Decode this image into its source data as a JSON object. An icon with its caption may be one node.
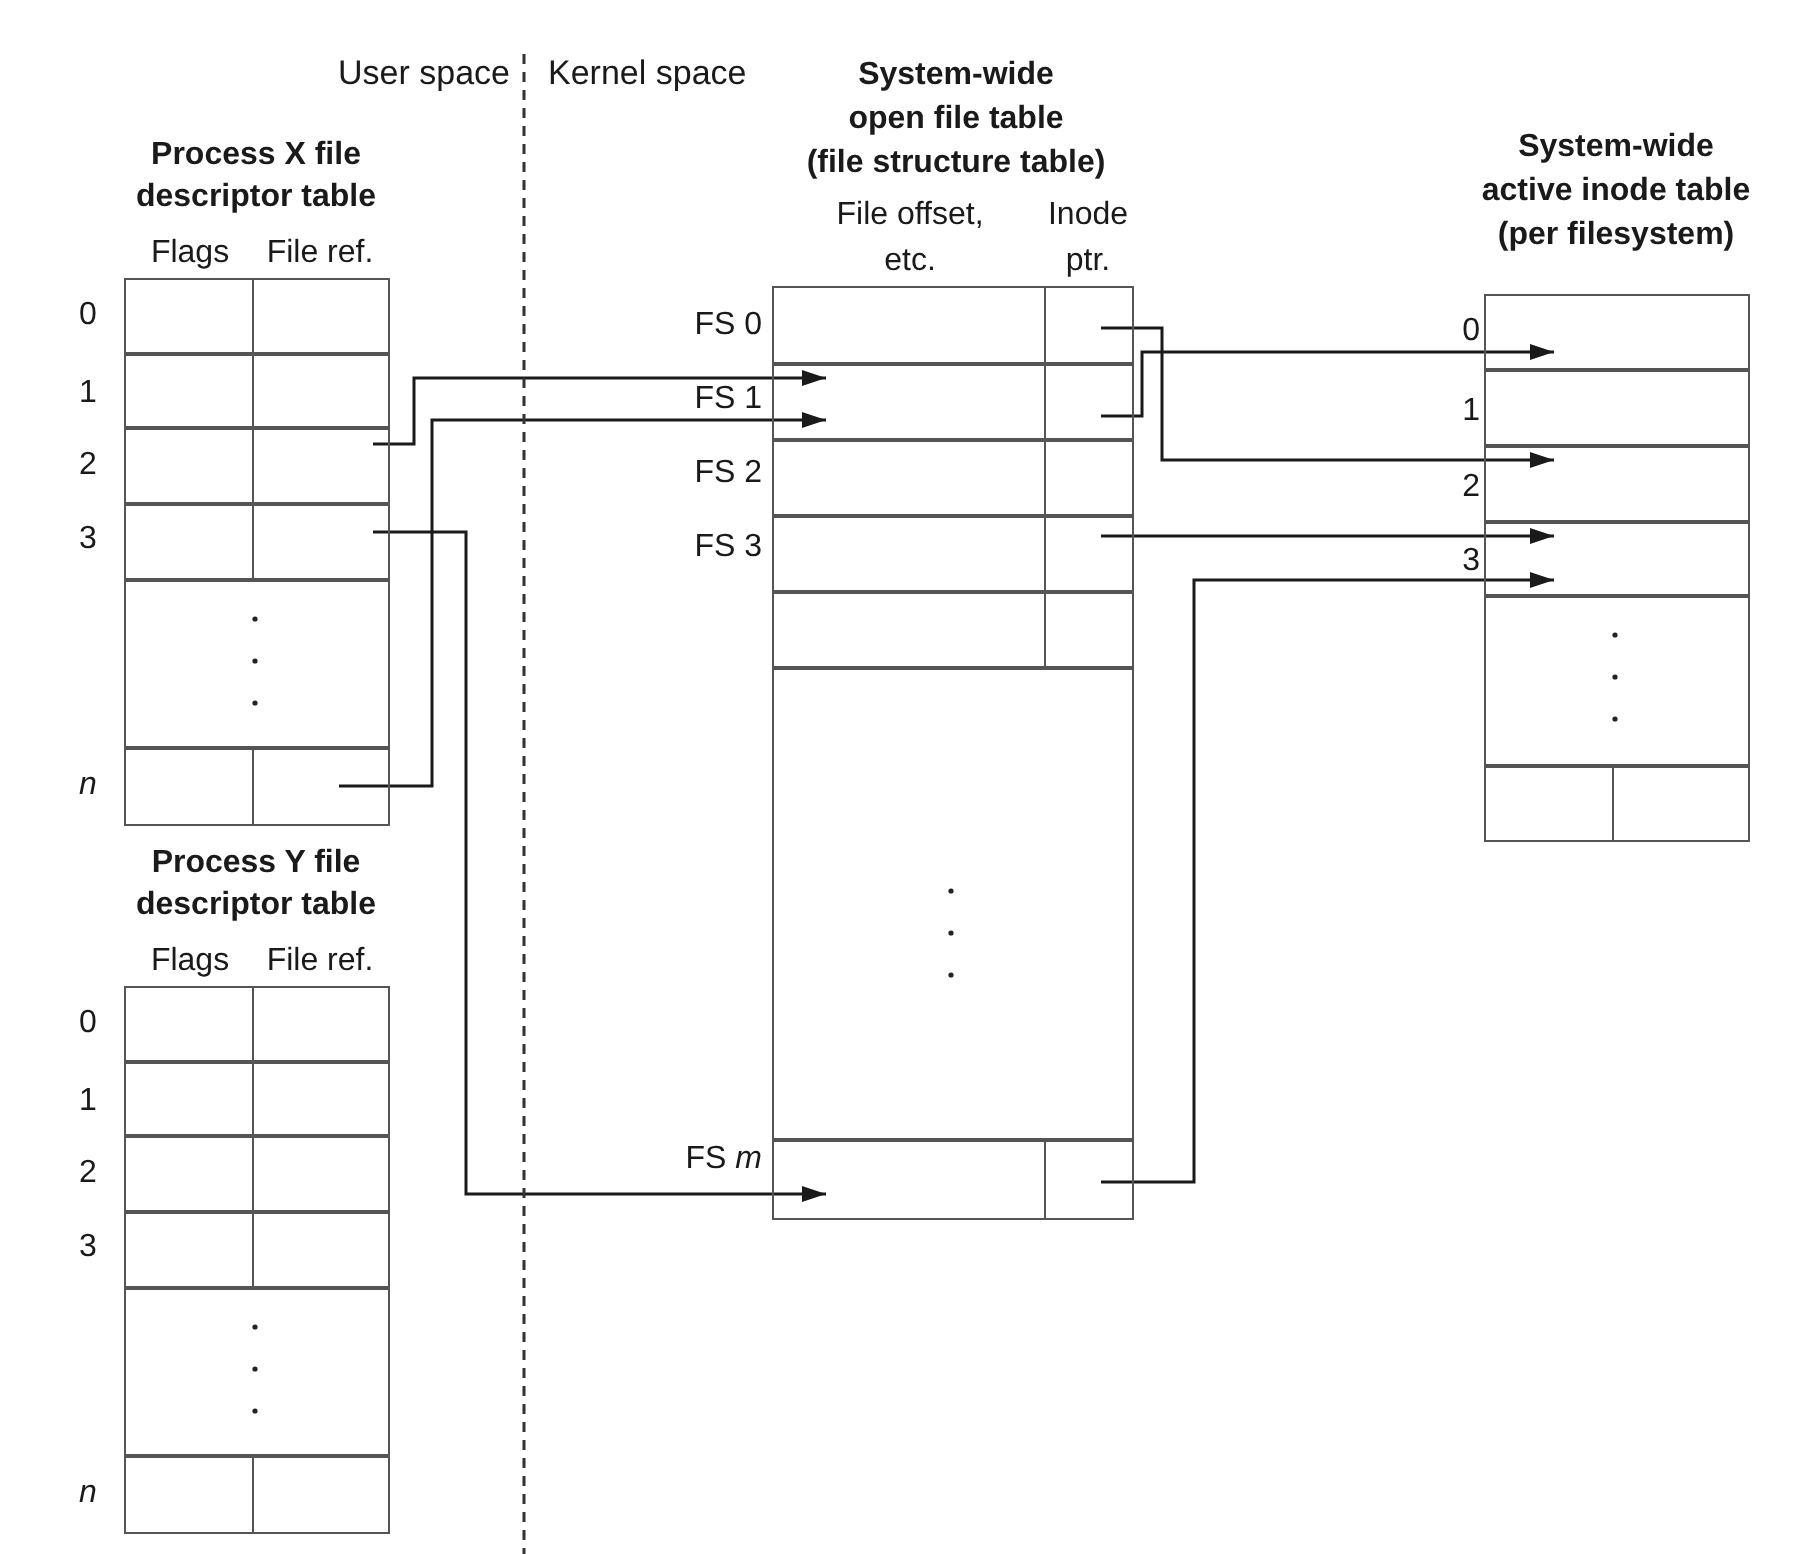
{
  "diagram": {
    "nodes": [
      {
        "text": [
          "Process X file descriptor table",
          "Flags",
          "File ref."
        ]
      },
      {
        "text": [],
        "shape": "box",
        "in": 0,
        "beside": [
          "0"
        ]
      },
      {
        "text": [],
        "shape": "box",
        "in": 0,
        "beside": [
          "1"
        ]
      },
      {
        "text": [],
        "shape": "box",
        "in": 0,
        "beside": [
          "2"
        ]
      },
      {
        "text": [],
        "shape": "box",
        "in": 0,
        "beside": [
          "3"
        ]
      },
      {
        "text": [],
        "shape": "box",
        "in": 0
      },
      {
        "text": [],
        "shape": "box",
        "in": 0,
        "beside": [
          "n"
        ]
      },
      {
        "text": [
          "Process Y file descriptor table",
          "Flags",
          "File ref."
        ]
      },
      {
        "text": [],
        "shape": "box",
        "in": 7,
        "beside": [
          "0"
        ]
      },
      {
        "text": [],
        "shape": "box",
        "in": 7,
        "beside": [
          "1"
        ]
      },
      {
        "text": [],
        "shape": "box",
        "in": 7,
        "beside": [
          "2"
        ]
      },
      {
        "text": [],
        "shape": "box",
        "in": 7,
        "beside": [
          "3"
        ]
      },
      {
        "text": [],
        "shape": "box",
        "in": 7
      },
      {
        "text": [],
        "shape": "box",
        "in": 7,
        "beside": [
          "n"
        ]
      },
      {
        "text": [
          "System-wide open file table (file structure table)",
          "File offset, etc.",
          "Inode ptr."
        ]
      },
      {
        "text": [],
        "shape": "box",
        "in": 14,
        "beside": [
          "FS 0"
        ]
      },
      {
        "text": [],
        "shape": "box",
        "in": 14,
        "beside": [
          "FS 1"
        ]
      },
      {
        "text": [],
        "shape": "box",
        "in": 14,
        "beside": [
          "FS 2"
        ]
      },
      {
        "text": [],
        "shape": "box",
        "in": 14,
        "beside": [
          "FS 3"
        ]
      },
      {
        "text": [],
        "shape": "box",
        "in": 14
      },
      {
        "text": [],
        "shape": "box",
        "in": 14
      },
      {
        "text": [],
        "shape": "box",
        "in": 14,
        "beside": [
          "FS *m*"
        ]
      },
      {
        "text": [
          "System-wide active inode table (per filesystem)"
        ]
      },
      {
        "text": [],
        "shape": "box",
        "in": 22,
        "beside": [
          "0"
        ]
      },
      {
        "text": [],
        "shape": "box",
        "in": 22,
        "beside": [
          "1"
        ]
      },
      {
        "text": [],
        "shape": "box",
        "in": 22,
        "beside": [
          "2"
        ]
      },
      {
        "text": [],
        "shape": "box",
        "in": 22,
        "beside": [
          "3"
        ]
      },
      {
        "text": [],
        "shape": "box",
        "in": 22
      },
      {
        "text": [],
        "shape": "box",
        "in": 22
      }
    ],
    "edges": [
      {
        "from": 3,
        "to": 16,
        "arrow": "to"
      },
      {
        "from": 6,
        "to": 16,
        "arrow": "to"
      },
      {
        "from": 4,
        "to": 21,
        "arrow": "to"
      },
      {
        "from": 15,
        "to": 25,
        "arrow": "to"
      },
      {
        "from": 16,
        "to": 23,
        "arrow": "to"
      },
      {
        "from": 18,
        "to": 26,
        "arrow": "to"
      },
      {
        "from": 21,
        "to": 26,
        "arrow": "to"
      }
    ],
    "labels": [
      "User space",
      "Kernel space"
    ]
  }
}
